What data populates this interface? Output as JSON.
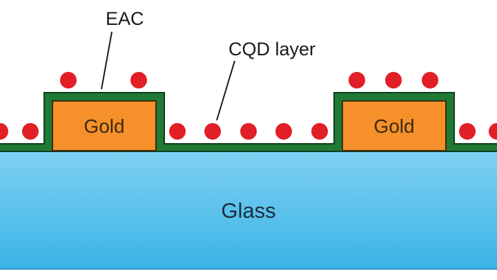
{
  "labels": {
    "eac": "EAC",
    "cqd_layer": "CQD layer",
    "gold_left": "Gold",
    "gold_right": "Gold",
    "glass": "Glass"
  },
  "colors": {
    "background": "#ffffff",
    "glass_top": "#7fd0f3",
    "glass_bottom": "#3ab4e6",
    "glass_edge": "#2a8fc0",
    "gold": "#f5902a",
    "gold_edge": "#3a2a10",
    "eac_coating": "#1f7a35",
    "eac_edge": "#0f3d1a",
    "cqd_dot": "#e21e26"
  }
}
